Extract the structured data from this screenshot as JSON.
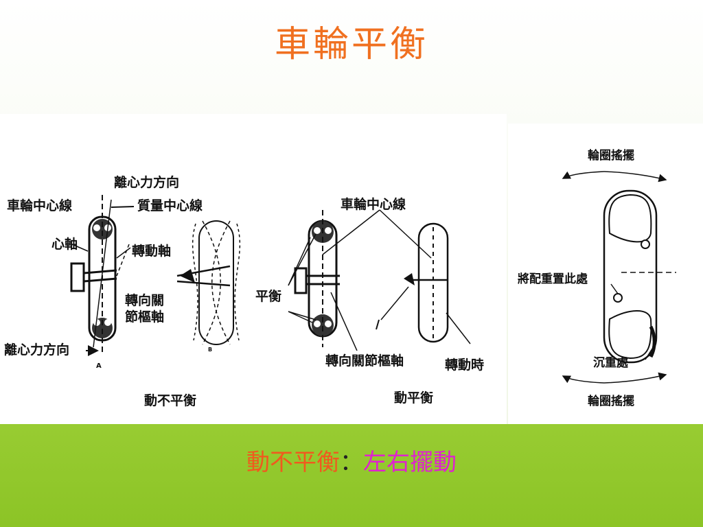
{
  "slide": {
    "title": "車輪平衡",
    "caption_part1": "動不平衡",
    "caption_separator": "：",
    "caption_part2": "左右擺動",
    "colors": {
      "title": "#f07020",
      "caption_part1": "#f05a1e",
      "caption_part2": "#e020d0",
      "bottom_band": "#8cc426"
    }
  },
  "figure_left": {
    "label_centrifugal_top": "離心力方向",
    "label_wheel_center_line": "車輪中心線",
    "label_mass_center_line": "質量中心線",
    "label_spindle": "心軸",
    "label_rotation_axis": "轉動軸",
    "label_steering_knuckle": "轉向關",
    "label_steering_knuckle_2": "節樞軸",
    "label_centrifugal_bottom": "離心力方向",
    "marker_a": "A",
    "marker_b": "B",
    "caption": "動不平衡"
  },
  "figure_middle": {
    "label_wheel_center_line": "車輪中心線",
    "label_balance": "平衡",
    "label_steering_knuckle_pin": "轉向關節樞軸",
    "label_when_rotating": "轉動時",
    "caption": "動平衡"
  },
  "figure_right": {
    "label_rim_swing_top": "輪圈搖擺",
    "label_place_weight": "將配重置此處",
    "label_heavy_spot": "沉重處",
    "label_rim_swing_bottom": "輪圈搖擺"
  }
}
